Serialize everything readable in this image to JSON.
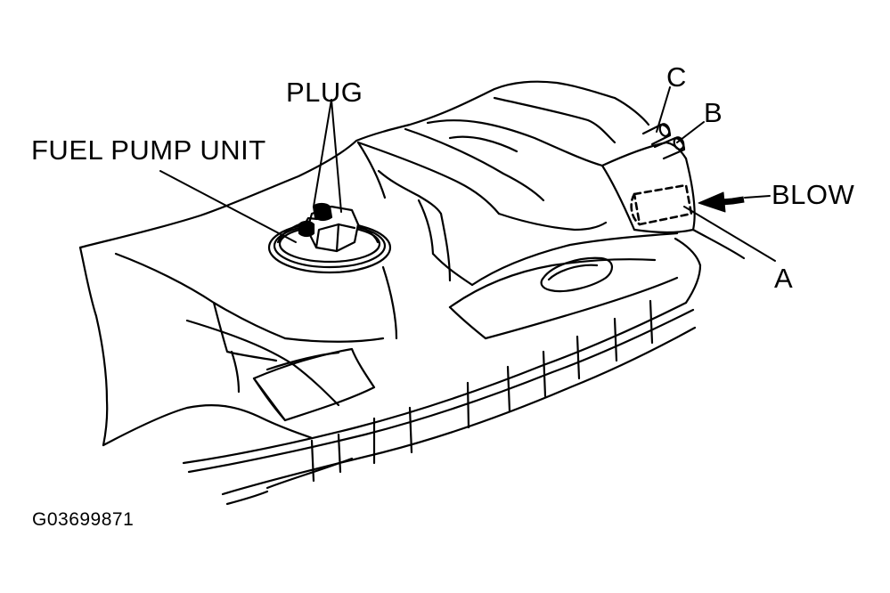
{
  "labels": {
    "plug": "PLUG",
    "fuel_pump_unit": "FUEL PUMP UNIT",
    "c": "C",
    "b": "B",
    "blow": "BLOW",
    "a": "A",
    "figure_code": "G03699871"
  },
  "colors": {
    "ink": "#000000",
    "paper": "#ffffff"
  }
}
